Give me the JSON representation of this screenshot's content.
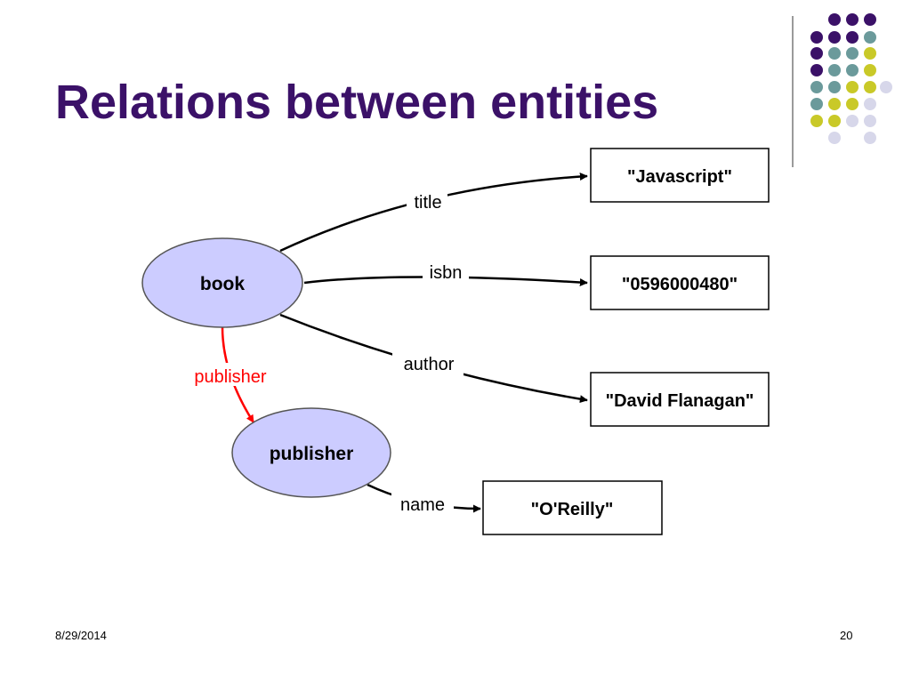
{
  "slide": {
    "title": "Relations between entities",
    "date": "8/29/2014",
    "page_number": "20"
  },
  "colors": {
    "title": "#3b1168",
    "dot_purple": "#3b1168",
    "dot_teal": "#6b9a9b",
    "dot_lime": "#c9c928",
    "dot_lavender": "#d7d7ea",
    "node_fill": "#ccccff",
    "edge_black": "#000000",
    "edge_red": "#ff0000"
  },
  "diagram": {
    "nodes": {
      "book": "book",
      "publisher": "publisher"
    },
    "values": {
      "title": "\"Javascript\"",
      "isbn": "\"0596000480\"",
      "author": "\"David Flanagan\"",
      "name": "\"O'Reilly\""
    },
    "edges": {
      "title": "title",
      "isbn": "isbn",
      "author": "author",
      "publisher": "publisher",
      "name": "name"
    }
  }
}
